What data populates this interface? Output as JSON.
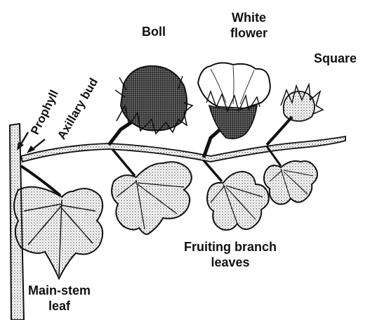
{
  "labels": {
    "boll": "Boll",
    "white_flower_line1": "White",
    "white_flower_line2": "flower",
    "square": "Square",
    "prophyll": "Prophyll",
    "axillary_bud": "Axillary bud",
    "fruiting_line1": "Fruiting branch",
    "fruiting_line2": "leaves",
    "main_stem_line1": "Main-stem",
    "main_stem_line2": "leaf"
  },
  "colors": {
    "ink": "#111111",
    "background": "#ffffff",
    "stipple": "#2a2a2a"
  }
}
